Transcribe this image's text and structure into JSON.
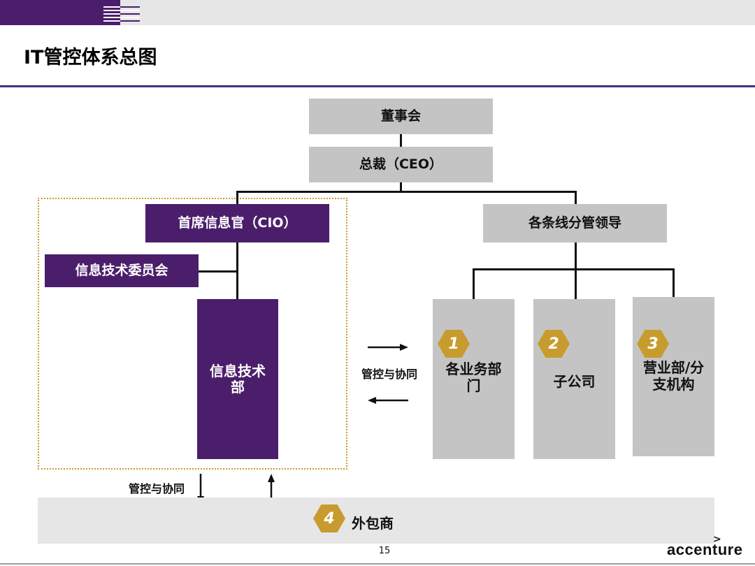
{
  "slide": {
    "title": "IT管控体系总图",
    "page_number": "15",
    "brand": "accenture",
    "brand_mark": ">"
  },
  "org": {
    "board": "董事会",
    "ceo": "总裁（CEO）",
    "cio": "首席信息官（CIO）",
    "line_leaders": "各条线分管领导",
    "it_committee": "信息技术委员会",
    "it_department": "信息技术部",
    "units": [
      {
        "number": "1",
        "label": "各业务部门"
      },
      {
        "number": "2",
        "label": "子公司"
      },
      {
        "number": "3",
        "label": "营业部/分支机构"
      }
    ],
    "outsourcing": {
      "number": "4",
      "label": "外包商"
    }
  },
  "relations": {
    "control_right": "管控与协同",
    "control_bottom": "管控与协同"
  },
  "colors": {
    "purple": "#4b1e6b",
    "gray_box": "#c4c4c4",
    "gold": "#c89b2e",
    "title_rule": "#3a3680"
  }
}
